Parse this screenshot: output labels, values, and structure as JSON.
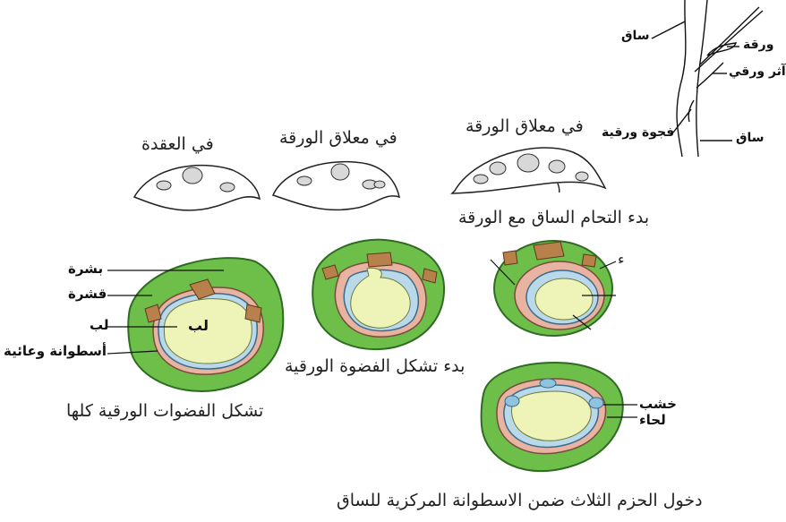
{
  "diagram": {
    "shoot": {
      "label_stem_top": "ساق",
      "label_leaf": "ورقة",
      "label_leaf_trace": "آثر ورقي",
      "label_leaf_gap": "فجوة ورقية",
      "label_stem_bottom": "ساق"
    },
    "captions": {
      "node": "في العقدة",
      "petiole_1": "في معلاق الورقة",
      "petiole_2": "في معلاق الورقة",
      "fusion_start": "بدء التحام الساق مع الورقة",
      "gap_start": "بدء تشكل الفضوة الورقية",
      "gaps_formed": "تشكل الفضوات الورقية كلها",
      "bundles_enter": "دخول الحزم الثلاث ضمن الاسطوانة المركزية للساق"
    },
    "tissue_labels": {
      "epidermis": "بشرة",
      "cortex": "قشرة",
      "pith": "لب",
      "pith_inner": "لب",
      "vascular_cylinder": "أسطوانة وعائية",
      "xylem": "خشب",
      "phloem": "لحاء"
    },
    "stray_marks": {
      "mark_1": "١",
      "mark_2": "ء"
    },
    "colors": {
      "cortex_green": "#6dbf4a",
      "outline_green": "#2f6b22",
      "pith_yellow": "#eef4b8",
      "phloem_pink": "#e8b3a0",
      "xylem_blue": "#b9d9ea",
      "bundle_brown": "#b8804a"
    }
  }
}
